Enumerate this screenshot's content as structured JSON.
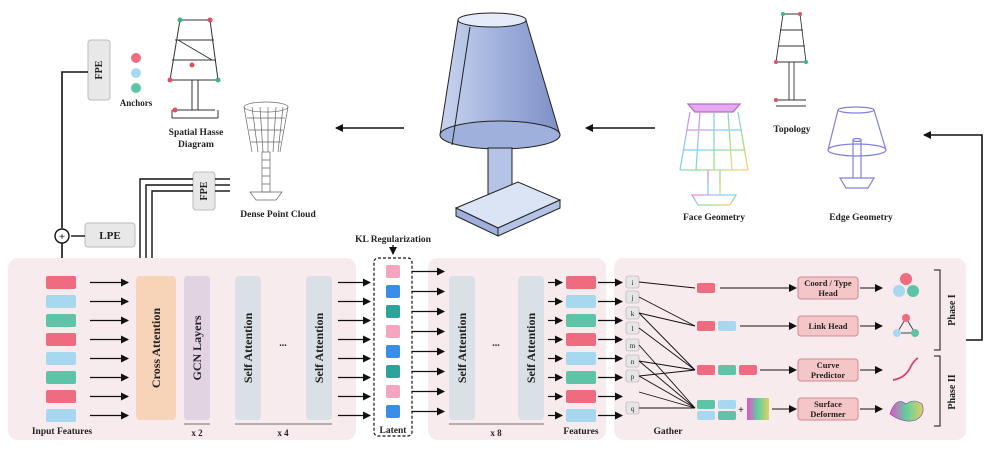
{
  "labels": {
    "fpe_top": "FPE",
    "anchors": "Anchors",
    "spatial_hasse_1": "Spatial Hasse",
    "spatial_hasse_2": "Diagram",
    "fpe_mid": "FPE",
    "dense_point_cloud": "Dense Point Cloud",
    "topology": "Topology",
    "face_geometry": "Face Geometry",
    "edge_geometry": "Edge Geometry",
    "lpe": "LPE",
    "kl_regularization": "KL Regularization",
    "input_features": "Input  Features",
    "cross_attention": "Cross Attention",
    "gcn_layers": "GCN  Layers",
    "self_attention": "Self Attention",
    "ellipsis": "...",
    "x2": "x 2",
    "x4": "x 4",
    "latent": "Latent",
    "x8": "x 8",
    "features": "Features",
    "gather": "Gather",
    "coord_type_head_1": "Coord / Type",
    "coord_type_head_2": "Head",
    "link_head": "Link Head",
    "curve_predictor_1": "Curve",
    "curve_predictor_2": "Predictor",
    "surface_deformer_1": "Surface",
    "surface_deformer_2": "Deformer",
    "phase1": "Phase I",
    "phase2": "Phase II",
    "plus": "+"
  },
  "gather_letters": [
    "i",
    "j",
    "k",
    "l",
    "m",
    "n",
    "p",
    "q"
  ],
  "colors": {
    "red": "#ef6b80",
    "light_blue": "#a8d8f0",
    "teal": "#5ec4a8",
    "pink_light": "#f4a6c0",
    "blue": "#3a8ee8",
    "teal_dark": "#2ba59a",
    "panel": "#f7ebee",
    "cross_attention": "#f7d3b8",
    "gcn": "#e1d3e2",
    "self_attention": "#d9e1e6",
    "head_box": "#f5c6c8"
  }
}
